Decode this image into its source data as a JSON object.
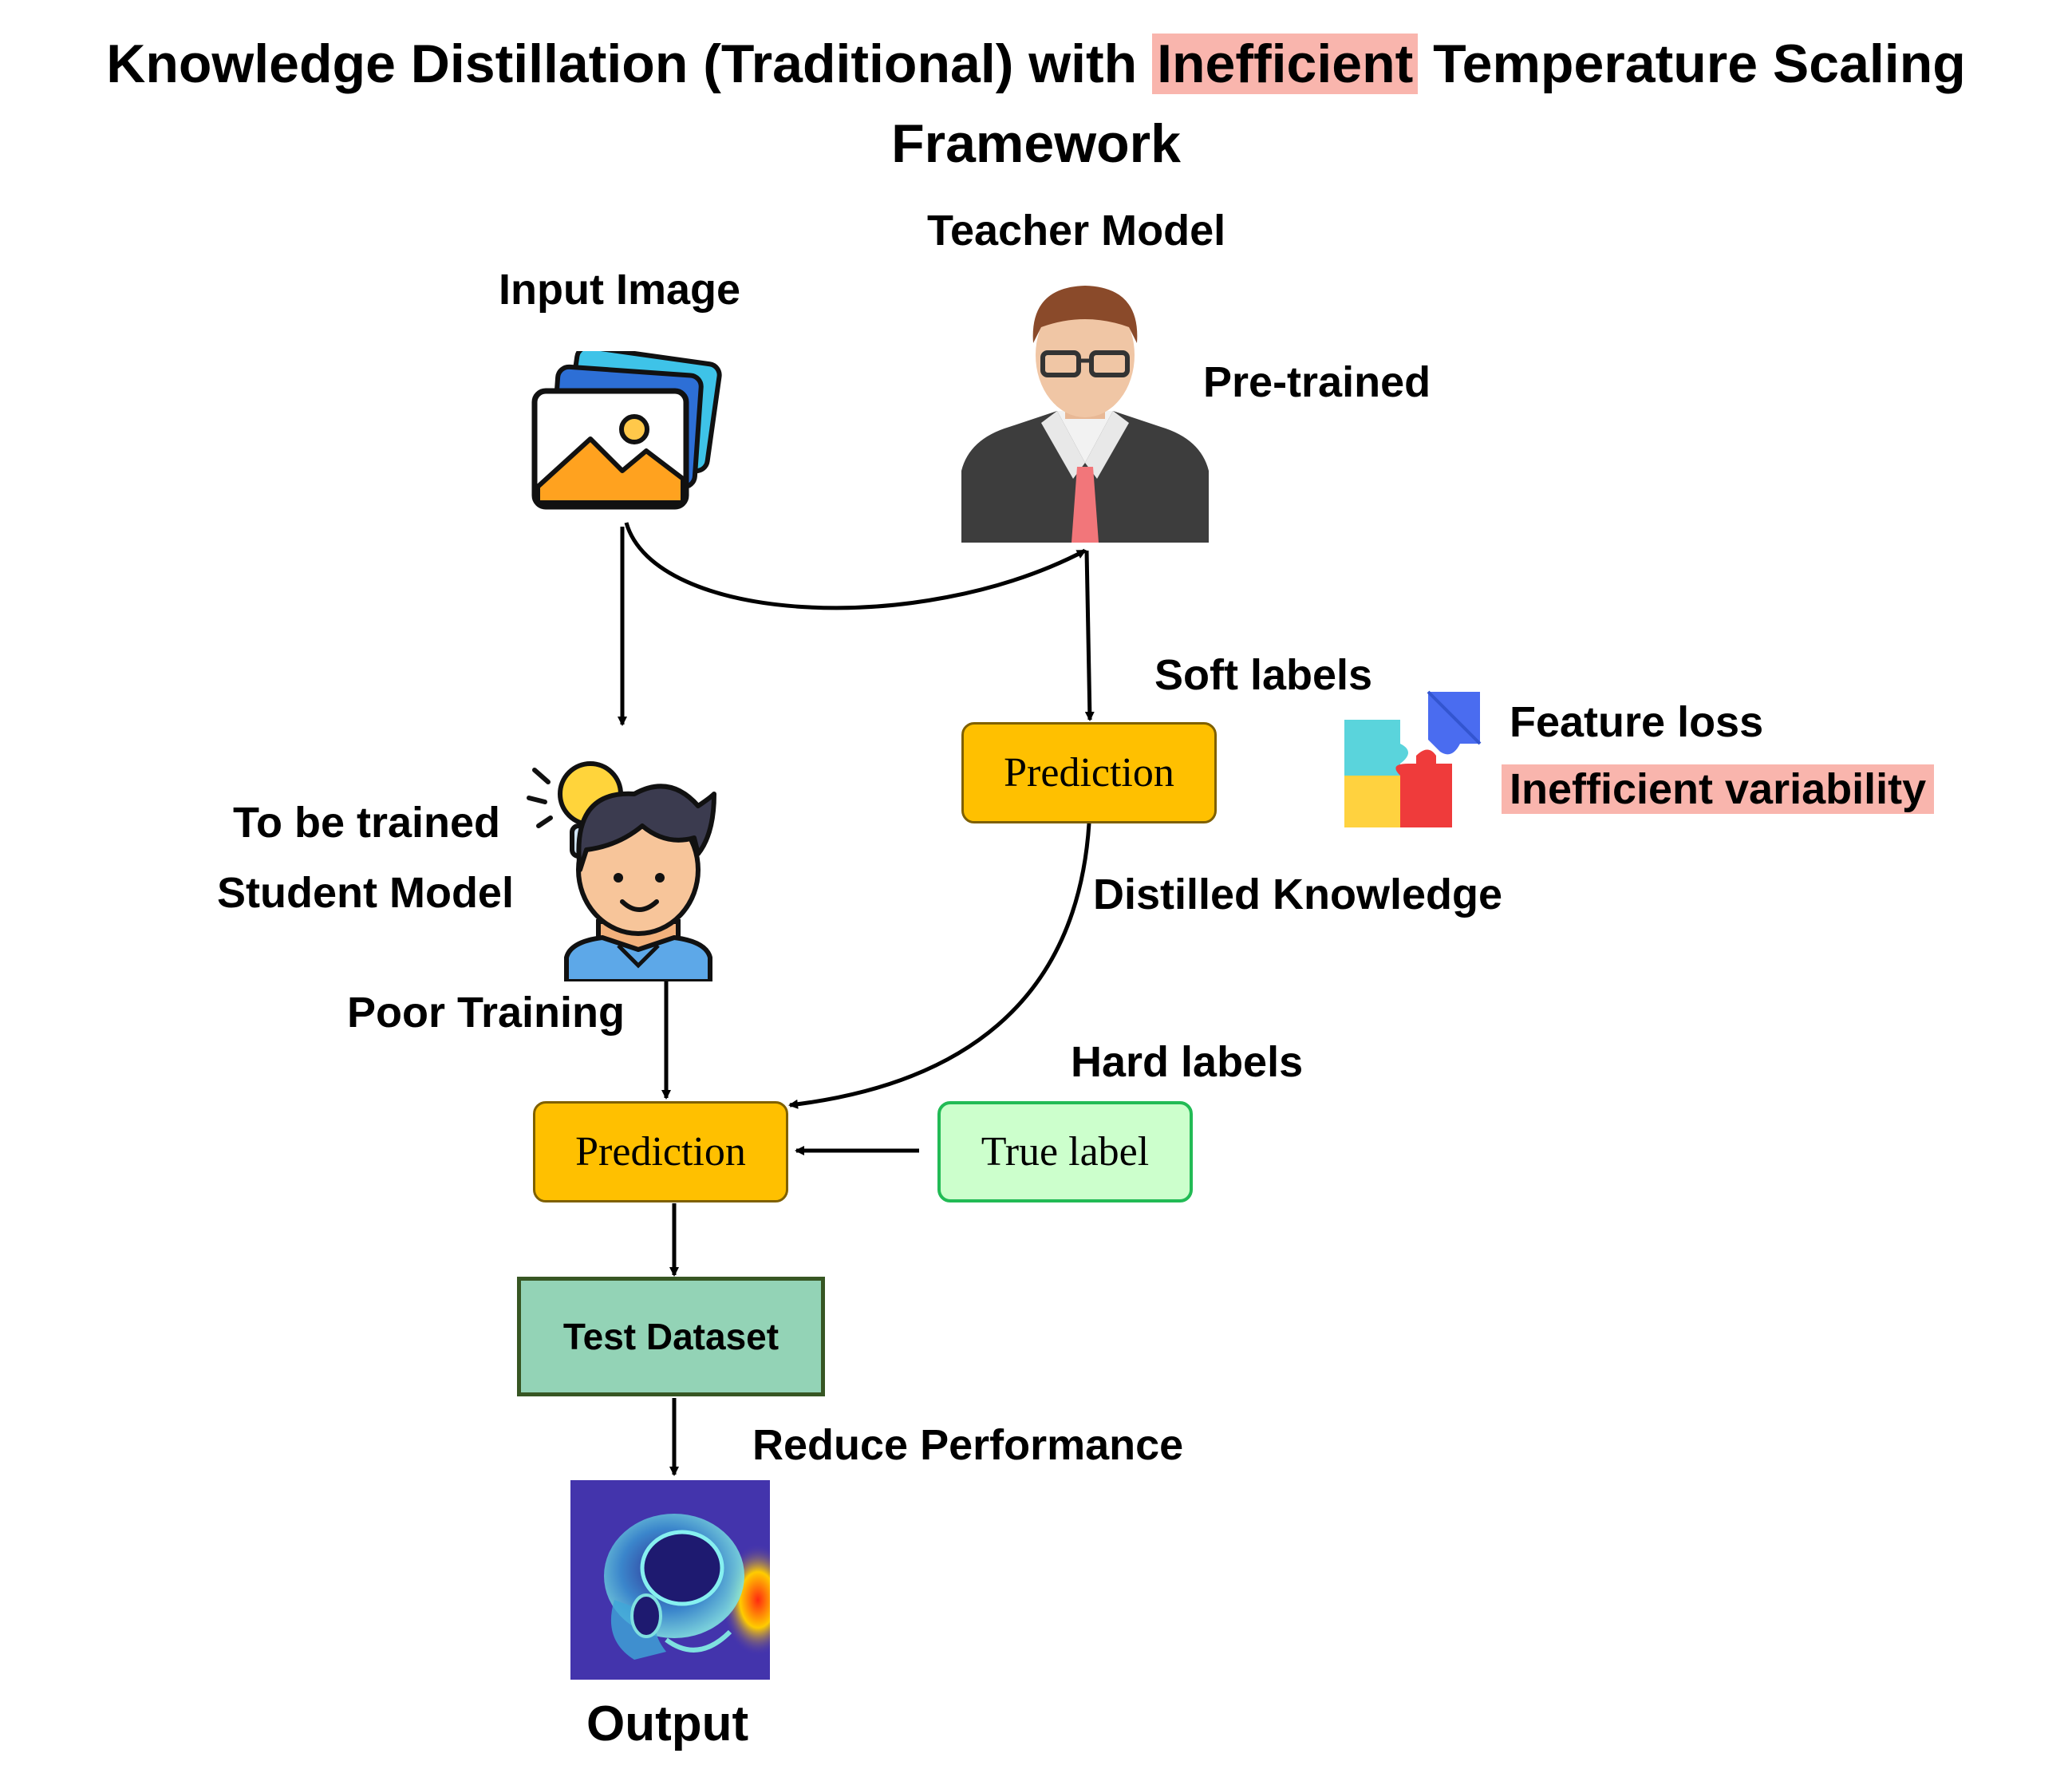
{
  "title": {
    "part1": "Knowledge Distillation (Traditional) with ",
    "highlight": "Inefficient",
    "part2": " Temperature Scaling",
    "line2": "Framework"
  },
  "labels": {
    "input_image": "Input Image",
    "teacher_model": "Teacher Model",
    "pre_trained": "Pre-trained",
    "soft_labels": "Soft labels",
    "feature_loss": "Feature loss",
    "inefficient_variability": "Inefficient variability",
    "to_be_trained": "To be trained",
    "student_model": "Student Model",
    "distilled_knowledge": "Distilled Knowledge",
    "poor_training": "Poor Training",
    "hard_labels": "Hard labels",
    "reduce_performance": "Reduce Performance",
    "output": "Output"
  },
  "boxes": {
    "teacher_prediction": "Prediction",
    "student_prediction": "Prediction",
    "true_label": "True label",
    "test_dataset": "Test Dataset"
  },
  "colors": {
    "highlight": "#f9b5ad",
    "prediction_fill": "#ffc000",
    "true_label_fill": "#ccffcc",
    "test_dataset_fill": "#93d3b6"
  }
}
